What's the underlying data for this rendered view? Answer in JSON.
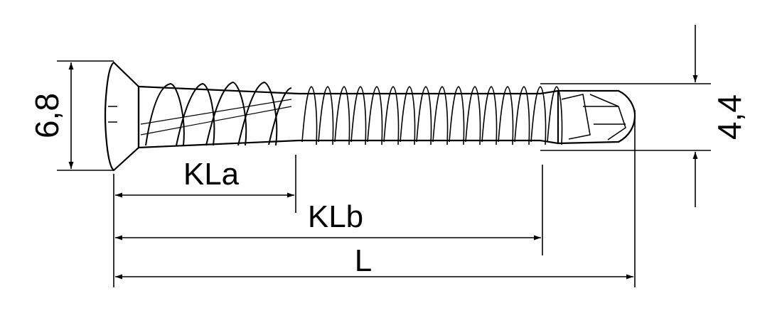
{
  "labels": {
    "head_diameter": "6,8",
    "thread_diameter": "4,4",
    "kla": "KLa",
    "klb": "KLb",
    "length": "L"
  },
  "colors": {
    "line": "#000000",
    "background": "#ffffff"
  }
}
